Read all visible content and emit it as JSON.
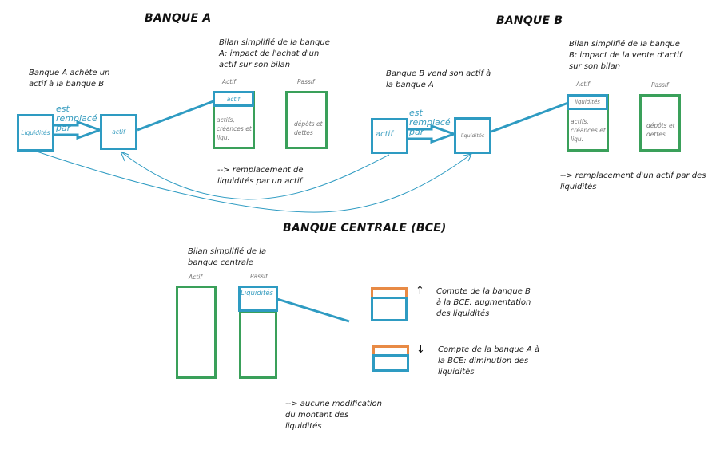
{
  "colors": {
    "blue": "#2e9bc2",
    "green": "#3aa05a",
    "orange": "#e88a45",
    "text_blue": "#3a9ec0"
  },
  "bank_a": {
    "title": "BANQUE A",
    "description": "Banque A achète un actif à la banque B",
    "from_box": "Liquidités",
    "replace_label": "est remplacé par",
    "to_box": "actif",
    "balance_title": "Bilan simplifié de la banque A: impact de l'achat d'un actif sur son bilan",
    "actif_header": "Actif",
    "passif_header": "Passif",
    "actif_top": "actif",
    "actif_body": "actifs, créances et liqu.",
    "passif_body": "dépôts et dettes",
    "conclusion": "--> remplacement de liquidités par un actif"
  },
  "bank_b": {
    "title": "BANQUE B",
    "description": "Banque B vend son actif à la banque A",
    "from_box": "actif",
    "replace_label": "est remplacé par",
    "to_box": "liquidités",
    "balance_title": "Bilan simplifié de la banque B: impact de la vente d'actif sur son bilan",
    "actif_header": "Actif",
    "passif_header": "Passif",
    "actif_top": "liquidités",
    "actif_body": "actifs, créances et liqu.",
    "passif_body": "dépôts et dettes",
    "conclusion": "--> remplacement d'un actif par des liquidités"
  },
  "central_bank": {
    "title": "BANQUE CENTRALE (BCE)",
    "balance_title": "Bilan simplifié de la banque centrale",
    "actif_header": "Actif",
    "passif_header": "Passif",
    "passif_top": "Liquidités",
    "account_b": {
      "arrow": "↑",
      "text": "Compte de la banque B à la BCE: augmentation des liquidités"
    },
    "account_a": {
      "arrow": "↓",
      "text": "Compte de la banque A à la BCE: diminution des liquidités"
    },
    "conclusion": "--> aucune modification du montant des liquidités"
  }
}
